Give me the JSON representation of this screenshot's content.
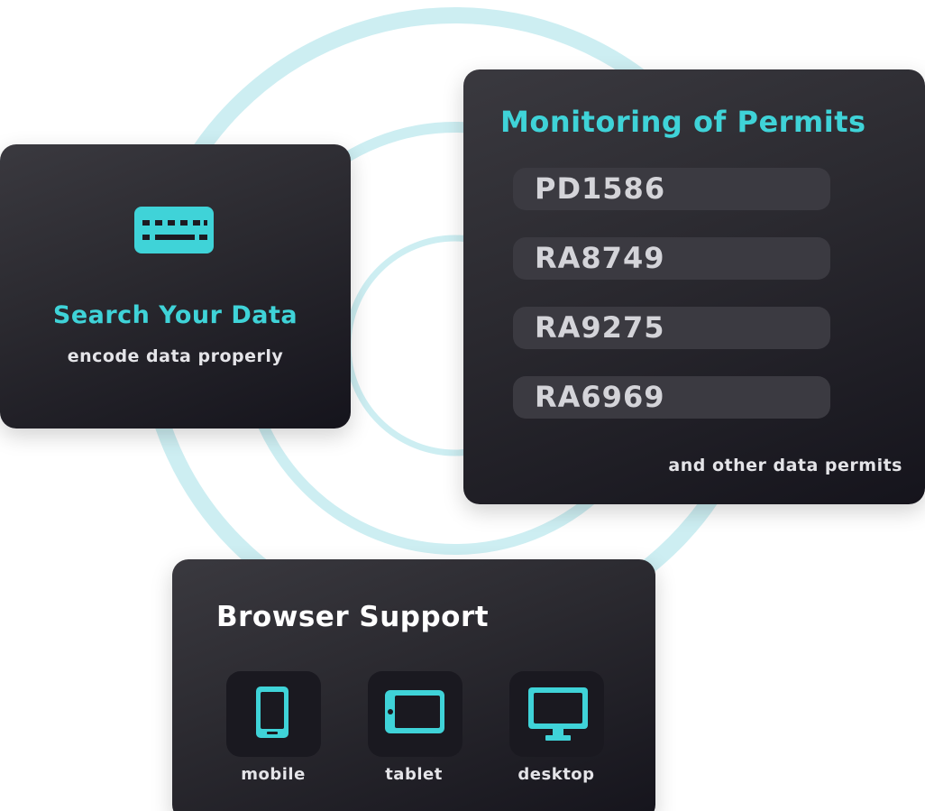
{
  "colors": {
    "accent": "#3fd3d8",
    "ring": "#cdeef2",
    "card_dark": "#15141c",
    "card_light": "#3a393f",
    "pill": "#3b3a41"
  },
  "search_card": {
    "icon": "keyboard-icon",
    "title": "Search Your Data",
    "subtitle": "encode data properly"
  },
  "permits_card": {
    "title": "Monitoring of Permits",
    "permits": [
      "PD1586",
      "RA8749",
      "RA9275",
      "RA6969"
    ],
    "footer": "and other data permits"
  },
  "browser_card": {
    "title": "Browser Support",
    "devices": [
      {
        "label": "mobile",
        "icon": "smartphone-icon"
      },
      {
        "label": "tablet",
        "icon": "tablet-icon"
      },
      {
        "label": "desktop",
        "icon": "desktop-monitor-icon"
      }
    ]
  }
}
